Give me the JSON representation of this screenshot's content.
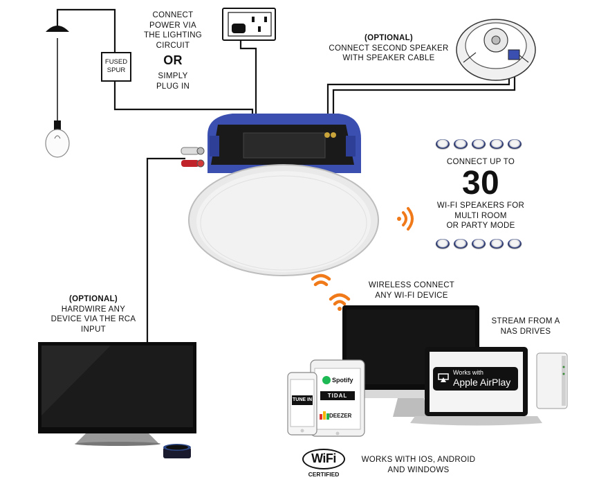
{
  "labels": {
    "connect_power": [
      "CONNECT",
      "POWER VIA",
      "THE LIGHTING",
      "CIRCUIT"
    ],
    "or": "OR",
    "simply_plug": [
      "SIMPLY",
      "PLUG IN"
    ],
    "fused_spur": [
      "FUSED",
      "SPUR"
    ],
    "second_speaker": [
      "(OPTIONAL)",
      "CONNECT SECOND SPEAKER",
      "WITH SPEAKER CABLE"
    ],
    "connect_up_to": "CONNECT UP TO",
    "count": "30",
    "wifi_speakers": [
      "WI-FI SPEAKERS FOR",
      "MULTI ROOM",
      "OR PARTY MODE"
    ],
    "hardwire": [
      "(OPTIONAL)",
      "HARDWIRE ANY",
      "DEVICE VIA THE RCA",
      "INPUT"
    ],
    "wireless": [
      "WIRELESS CONNECT",
      "ANY WI-FI DEVICE"
    ],
    "nas": [
      "STREAM FROM A",
      "NAS DRIVES"
    ],
    "works_with": [
      "WORKS WITH IOS, ANDROID",
      "AND WINDOWS"
    ]
  },
  "logos": {
    "wifi": "WiFi",
    "wifi_certified": "CERTIFIED",
    "airplay_small": "Works with",
    "airplay_big": "Apple AirPlay",
    "spotify": "Spotify",
    "tidal": "TIDAL",
    "deezer": "DEEZER",
    "tunein": "TUNE IN"
  },
  "colors": {
    "accent": "#f07a1a",
    "speaker_blue": "#3a4fb0",
    "cable": "#111111"
  }
}
